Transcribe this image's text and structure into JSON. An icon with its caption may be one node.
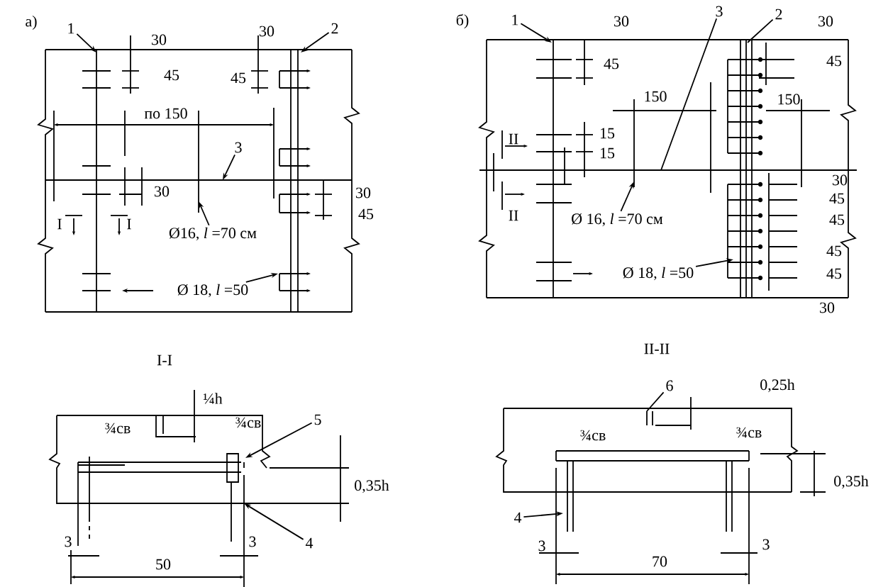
{
  "diagram": {
    "nodes": [
      {
        "text": [
          "1"
        ]
      },
      {
        "text": [
          "2"
        ]
      },
      {
        "text": [
          "3"
        ]
      },
      {
        "text": [
          "Ø16, *l* =70 см"
        ]
      },
      {
        "text": [
          "Ø 18, *l* =50"
        ]
      },
      {
        "text": [
          "1"
        ]
      },
      {
        "text": [
          "3"
        ]
      },
      {
        "text": [
          "2"
        ]
      },
      {
        "text": [
          "Ø 16, *l* =70 см"
        ]
      },
      {
        "text": [
          "Ø 18, *l* =50"
        ]
      },
      {
        "text": [
          "5"
        ]
      },
      {
        "text": [
          "4"
        ]
      },
      {
        "text": [
          "6"
        ]
      },
      {
        "text": [
          "4"
        ]
      }
    ],
    "edges": [
      {
        "from": 0,
        "to": null,
        "arrow": "to"
      },
      {
        "from": 1,
        "to": null,
        "arrow": "to"
      },
      {
        "from": 2,
        "to": null,
        "arrow": "to"
      },
      {
        "from": 3,
        "to": null,
        "arrow": "to"
      },
      {
        "from": 4,
        "to": null,
        "arrow": "to"
      },
      {
        "from": 5,
        "to": null,
        "arrow": "to"
      },
      {
        "from": 6,
        "to": null,
        "arrow": "none"
      },
      {
        "from": 7,
        "to": null,
        "arrow": "none"
      },
      {
        "from": 8,
        "to": null,
        "arrow": "to"
      },
      {
        "from": 9,
        "to": null,
        "arrow": "to"
      },
      {
        "from": 10,
        "to": null,
        "arrow": "to"
      },
      {
        "from": 11,
        "to": null,
        "arrow": "to"
      },
      {
        "from": 12,
        "to": null,
        "arrow": "none"
      },
      {
        "from": 13,
        "to": null,
        "arrow": "to"
      }
    ],
    "labels": [
      "а)",
      "30",
      "30",
      "45",
      "45",
      "по 150",
      "30",
      "30",
      "45",
      "I",
      "I",
      "б)",
      "30",
      "30",
      "45",
      "45",
      "150",
      "150",
      "15",
      "II",
      "15",
      "30",
      "45",
      "II",
      "45",
      "45",
      "45",
      "30",
      "I-I",
      "¼h",
      "¾св",
      "¾св",
      "0,35h",
      "3",
      "3",
      "50",
      "II-II",
      "0,25h",
      "¾св",
      "¾св",
      "0,35h",
      "3",
      "3",
      "70"
    ]
  }
}
